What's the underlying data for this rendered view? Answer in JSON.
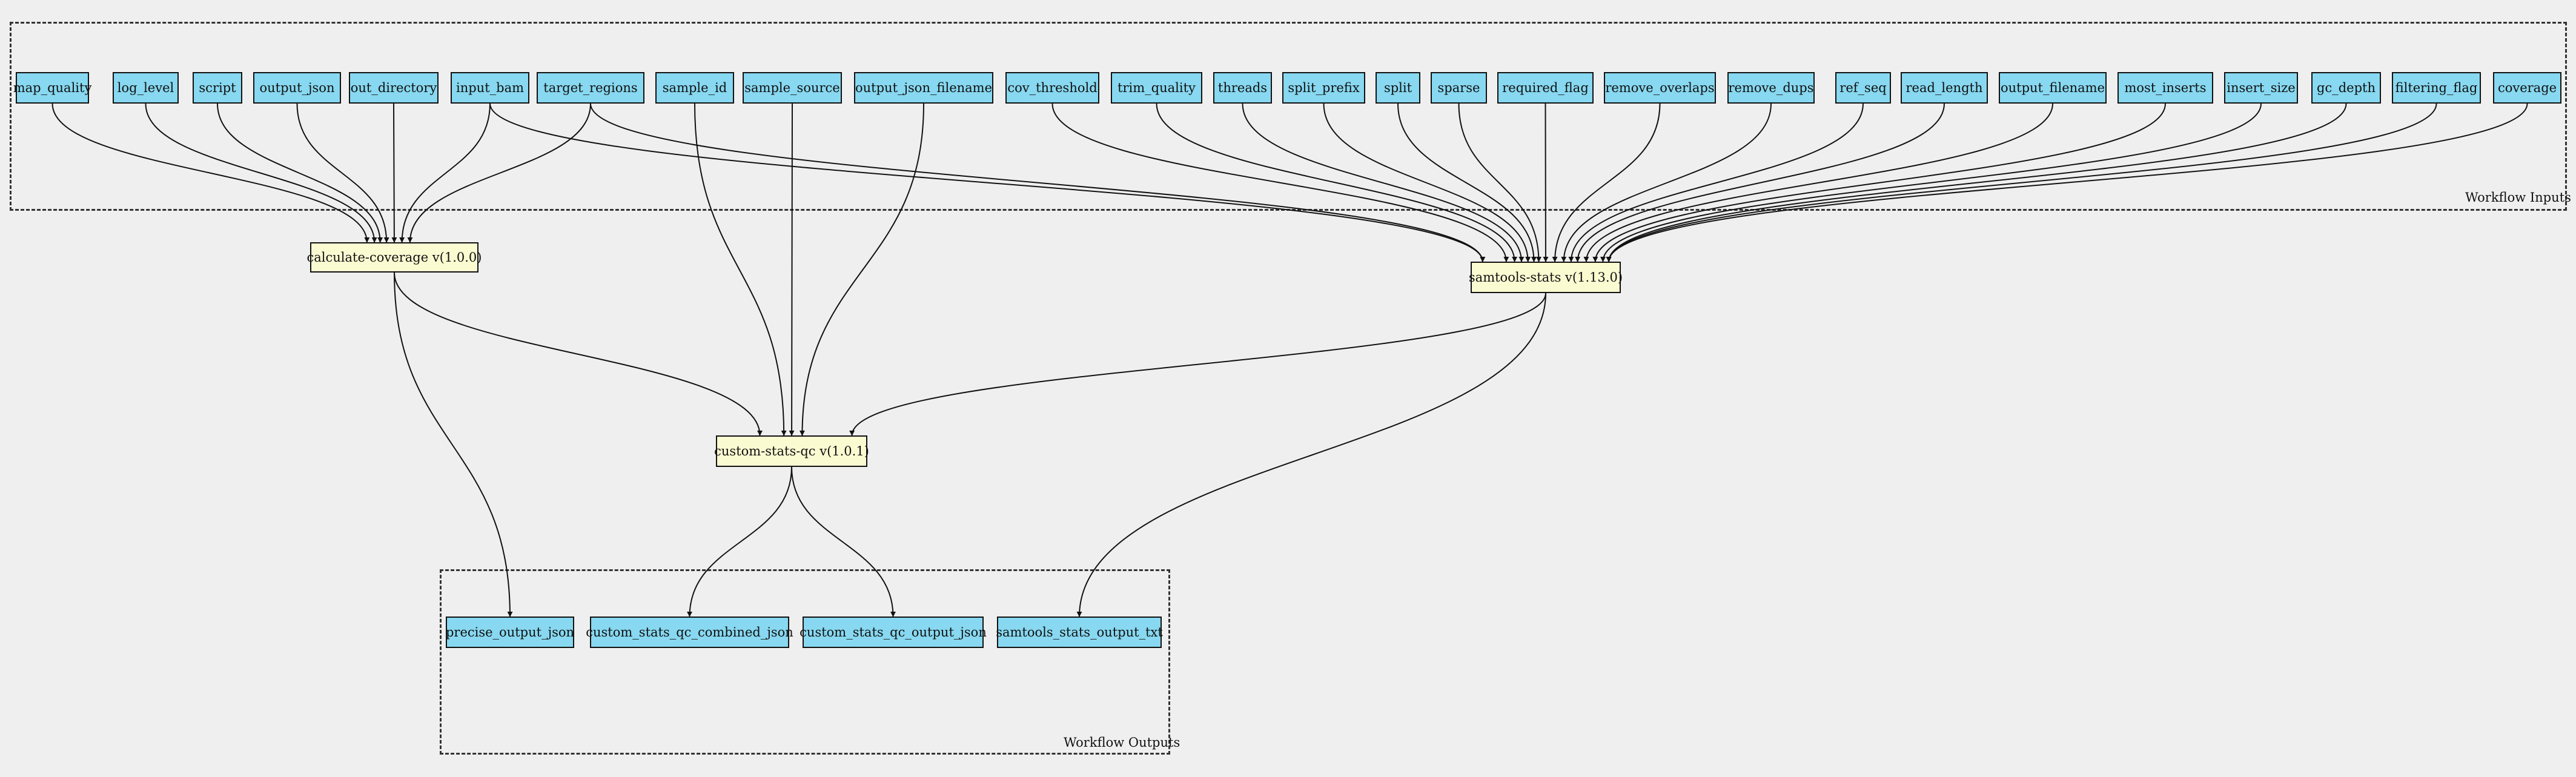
{
  "colors": {
    "background": "#efefef",
    "io_node": "#87d8f0",
    "task_node": "#fbfbd2",
    "edge": "#111111"
  },
  "clusters": {
    "inputs_label": "Workflow Inputs",
    "outputs_label": "Workflow Outputs"
  },
  "inputs": [
    "map_quality",
    "log_level",
    "script",
    "output_json",
    "out_directory",
    "input_bam",
    "target_regions",
    "sample_id",
    "sample_source",
    "output_json_filename",
    "cov_threshold",
    "trim_quality",
    "threads",
    "split_prefix",
    "split",
    "sparse",
    "required_flag",
    "remove_overlaps",
    "remove_dups",
    "ref_seq",
    "read_length",
    "output_filename",
    "most_inserts",
    "insert_size",
    "gc_depth",
    "filtering_flag",
    "coverage"
  ],
  "tasks": {
    "calc": "calculate-coverage v(1.0.0)",
    "samtools": "samtools-stats v(1.13.0)",
    "custom": "custom-stats-qc v(1.0.1)"
  },
  "outputs": [
    "precise_output_json",
    "custom_stats_qc_combined_json",
    "custom_stats_qc_output_json",
    "samtools_stats_output_txt"
  ],
  "edges": [
    [
      "map_quality",
      "calc"
    ],
    [
      "log_level",
      "calc"
    ],
    [
      "script",
      "calc"
    ],
    [
      "output_json",
      "calc"
    ],
    [
      "out_directory",
      "calc"
    ],
    [
      "input_bam",
      "calc"
    ],
    [
      "target_regions",
      "calc"
    ],
    [
      "input_bam",
      "samtools"
    ],
    [
      "target_regions",
      "samtools"
    ],
    [
      "cov_threshold",
      "samtools"
    ],
    [
      "trim_quality",
      "samtools"
    ],
    [
      "threads",
      "samtools"
    ],
    [
      "split_prefix",
      "samtools"
    ],
    [
      "split",
      "samtools"
    ],
    [
      "sparse",
      "samtools"
    ],
    [
      "required_flag",
      "samtools"
    ],
    [
      "remove_overlaps",
      "samtools"
    ],
    [
      "remove_dups",
      "samtools"
    ],
    [
      "ref_seq",
      "samtools"
    ],
    [
      "read_length",
      "samtools"
    ],
    [
      "output_filename",
      "samtools"
    ],
    [
      "most_inserts",
      "samtools"
    ],
    [
      "insert_size",
      "samtools"
    ],
    [
      "gc_depth",
      "samtools"
    ],
    [
      "filtering_flag",
      "samtools"
    ],
    [
      "coverage",
      "samtools"
    ],
    [
      "sample_id",
      "custom"
    ],
    [
      "sample_source",
      "custom"
    ],
    [
      "output_json_filename",
      "custom"
    ],
    [
      "calc",
      "custom"
    ],
    [
      "samtools",
      "custom"
    ],
    [
      "calc",
      "precise_output_json"
    ],
    [
      "custom",
      "custom_stats_qc_combined_json"
    ],
    [
      "custom",
      "custom_stats_qc_output_json"
    ],
    [
      "samtools",
      "samtools_stats_output_txt"
    ]
  ]
}
